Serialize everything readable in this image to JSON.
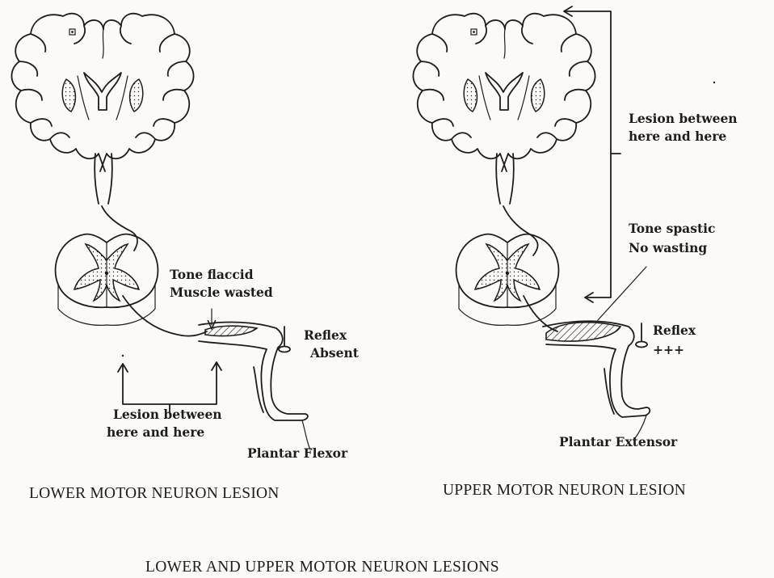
{
  "title": "LOWER AND UPPER MOTOR NEURON LESIONS",
  "lower": {
    "caption": "LOWER MOTOR NEURON LESION",
    "tone_line1": "Tone flaccid",
    "tone_line2": "Muscle wasted",
    "reflex_line1": "Reflex",
    "reflex_line2": "Absent",
    "lesion_line1": "Lesion between",
    "lesion_line2": "here and here",
    "plantar": "Plantar Flexor"
  },
  "upper": {
    "caption": "UPPER MOTOR NEURON LESION",
    "lesion_line1": "Lesion between",
    "lesion_line2": "here and here",
    "tone_line1": "Tone spastic",
    "tone_line2": "No wasting",
    "reflex_line1": "Reflex",
    "reflex_line2": "+++",
    "plantar": "Plantar Extensor"
  }
}
